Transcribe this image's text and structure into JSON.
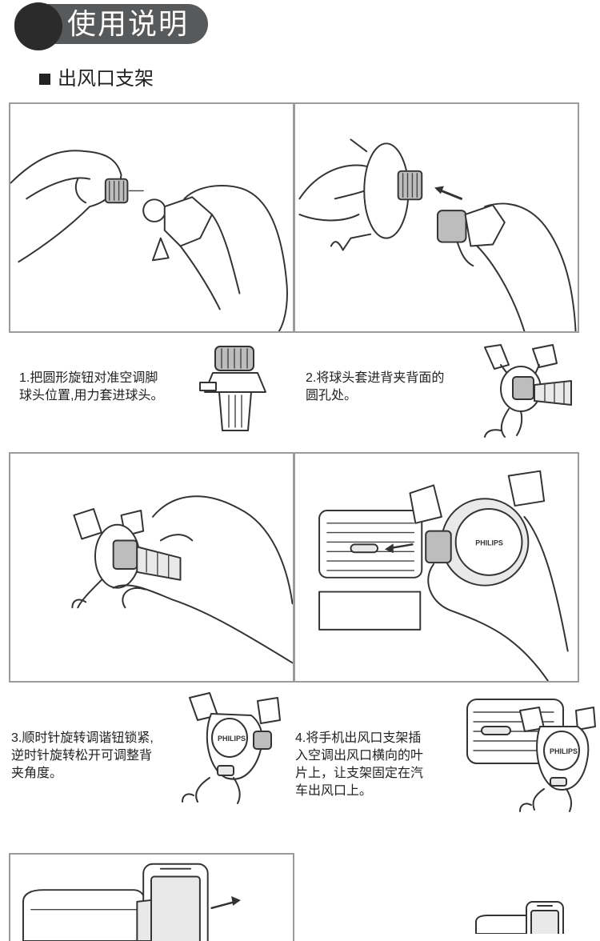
{
  "header": {
    "title": "使用说明"
  },
  "section": {
    "title": "出风口支架"
  },
  "steps": [
    {
      "text": "1.把圆形旋钮对准空调脚\n球头位置,用力套进球头。"
    },
    {
      "text": "2.将球头套进背夹背面的\n圆孔处。"
    },
    {
      "text": "3.顺时针旋转调谐钮锁紧,\n逆时针旋转松开可调整背\n夹角度。"
    },
    {
      "text": "4.将手机出风口支架插\n入空调出风口横向的叶\n片上，让支架固定在汽\n车出风口上。"
    }
  ],
  "brand_label": "PHILIPS"
}
